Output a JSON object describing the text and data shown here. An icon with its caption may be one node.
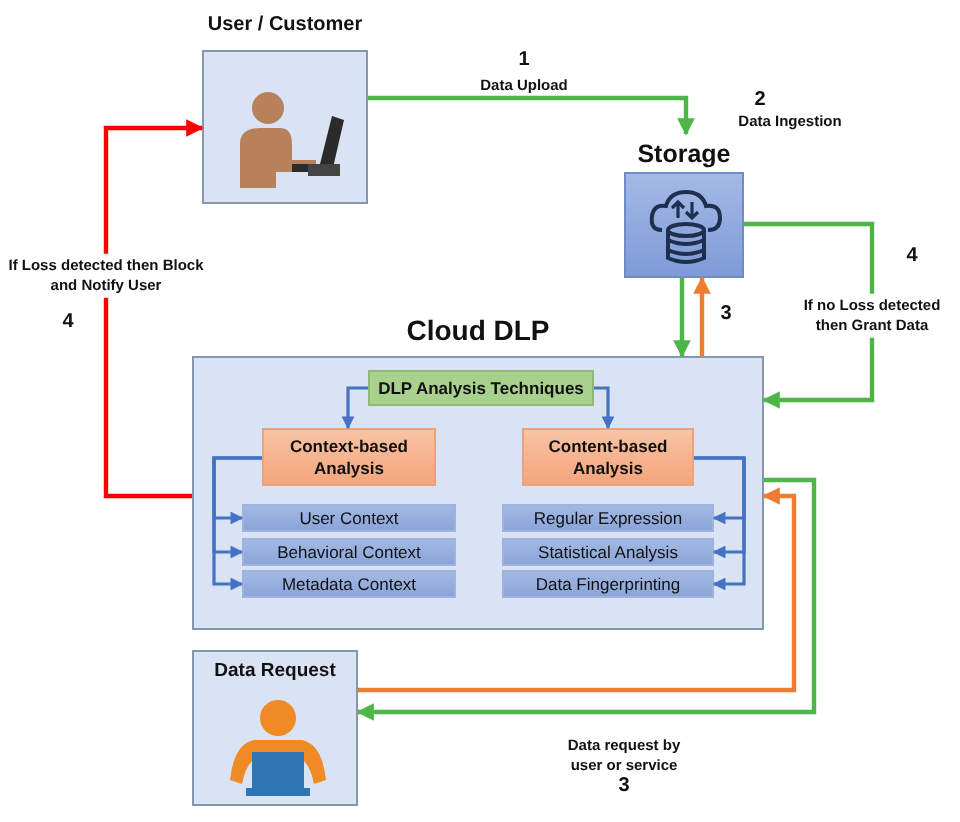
{
  "diagram": {
    "nodes": [
      {
        "text": [
          "User / Customer"
        ]
      },
      {
        "text": [
          "Storage"
        ]
      },
      {
        "text": [
          "Cloud DLP"
        ]
      },
      {
        "text": [
          "DLP Analysis Techniques"
        ],
        "in": 2
      },
      {
        "text": [
          "Context-based Analysis"
        ],
        "in": 2
      },
      {
        "text": [
          "Content-based Analysis"
        ],
        "in": 2
      },
      {
        "text": [
          "User Context"
        ],
        "in": 2
      },
      {
        "text": [
          "Behavioral Context"
        ],
        "in": 2
      },
      {
        "text": [
          "Metadata Context"
        ],
        "in": 2
      },
      {
        "text": [
          "Regular Expression"
        ],
        "in": 2
      },
      {
        "text": [
          "Statistical Analysis"
        ],
        "in": 2
      },
      {
        "text": [
          "Data Fingerprinting"
        ],
        "in": 2
      },
      {
        "text": [
          "Data Request"
        ]
      }
    ],
    "edges": [
      {
        "from": 0,
        "to": 1,
        "arrow": "to",
        "label": "Data Upload",
        "color": "#4eb548"
      },
      {
        "from": 1,
        "to": 2,
        "arrow": "to",
        "color": "#4eb548"
      },
      {
        "from": 2,
        "to": 1,
        "arrow": "to",
        "color": "#ed7d31"
      },
      {
        "from": 1,
        "to": 2,
        "arrow": "to",
        "label": "If no Loss detected then Grant Data",
        "color": "#4eb548"
      },
      {
        "from": 2,
        "to": 0,
        "arrow": "to",
        "label": "If Loss detected then Block and Notify User",
        "color": "#ff0000"
      },
      {
        "from": 12,
        "to": 2,
        "arrow": "to",
        "color": "#ed7d31"
      },
      {
        "from": 2,
        "to": 12,
        "arrow": "to",
        "label": "Data request by user or service",
        "color": "#4eb548"
      },
      {
        "from": 3,
        "to": 4,
        "arrow": "to"
      },
      {
        "from": 3,
        "to": 5,
        "arrow": "to"
      },
      {
        "from": 4,
        "to": 6,
        "arrow": "to"
      },
      {
        "from": 4,
        "to": 7,
        "arrow": "to"
      },
      {
        "from": 4,
        "to": 8,
        "arrow": "to"
      },
      {
        "from": 5,
        "to": 9,
        "arrow": "to"
      },
      {
        "from": 5,
        "to": 10,
        "arrow": "to"
      },
      {
        "from": 5,
        "to": 11,
        "arrow": "to"
      }
    ],
    "labels": [
      "1",
      "2",
      "Data Ingestion",
      "3",
      "4",
      "4",
      "3"
    ]
  }
}
